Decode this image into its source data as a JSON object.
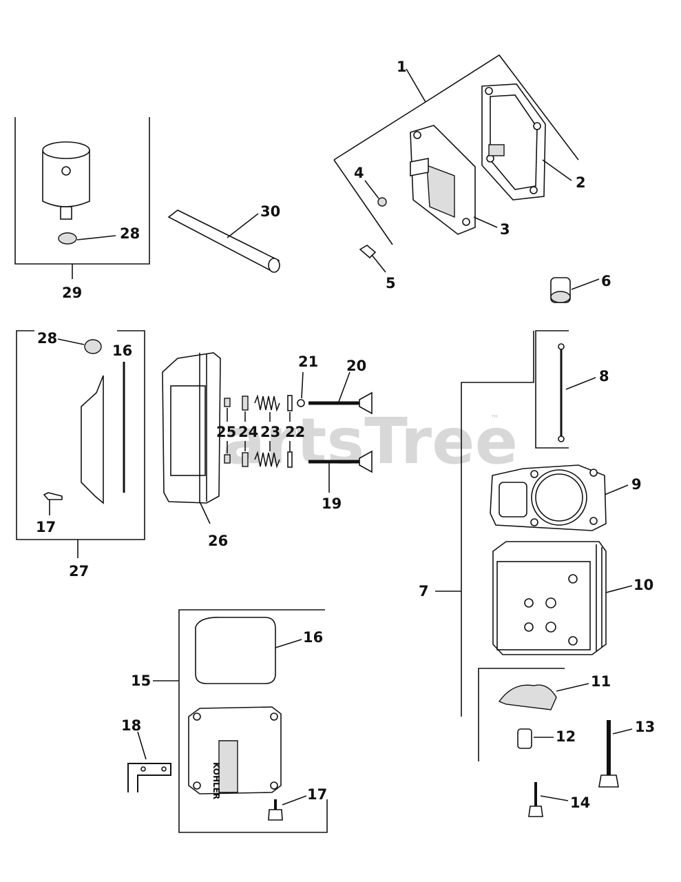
{
  "watermark": {
    "text": "PartsTree",
    "trademark": "™"
  },
  "callouts": {
    "c1": "1",
    "c2": "2",
    "c3": "3",
    "c4": "4",
    "c5": "5",
    "c6": "6",
    "c7": "7",
    "c8": "8",
    "c9": "9",
    "c10": "10",
    "c11": "11",
    "c12": "12",
    "c13": "13",
    "c14": "14",
    "c15": "15",
    "c16a": "16",
    "c16b": "16",
    "c17a": "17",
    "c17b": "17",
    "c18": "18",
    "c19": "19",
    "c20": "20",
    "c21": "21",
    "c22": "22",
    "c23": "23",
    "c24": "24",
    "c25": "25",
    "c26": "26",
    "c27": "27",
    "c28a": "28",
    "c28b": "28",
    "c29": "29",
    "c30": "30"
  },
  "valve_cover_stamp": "KOHLER"
}
